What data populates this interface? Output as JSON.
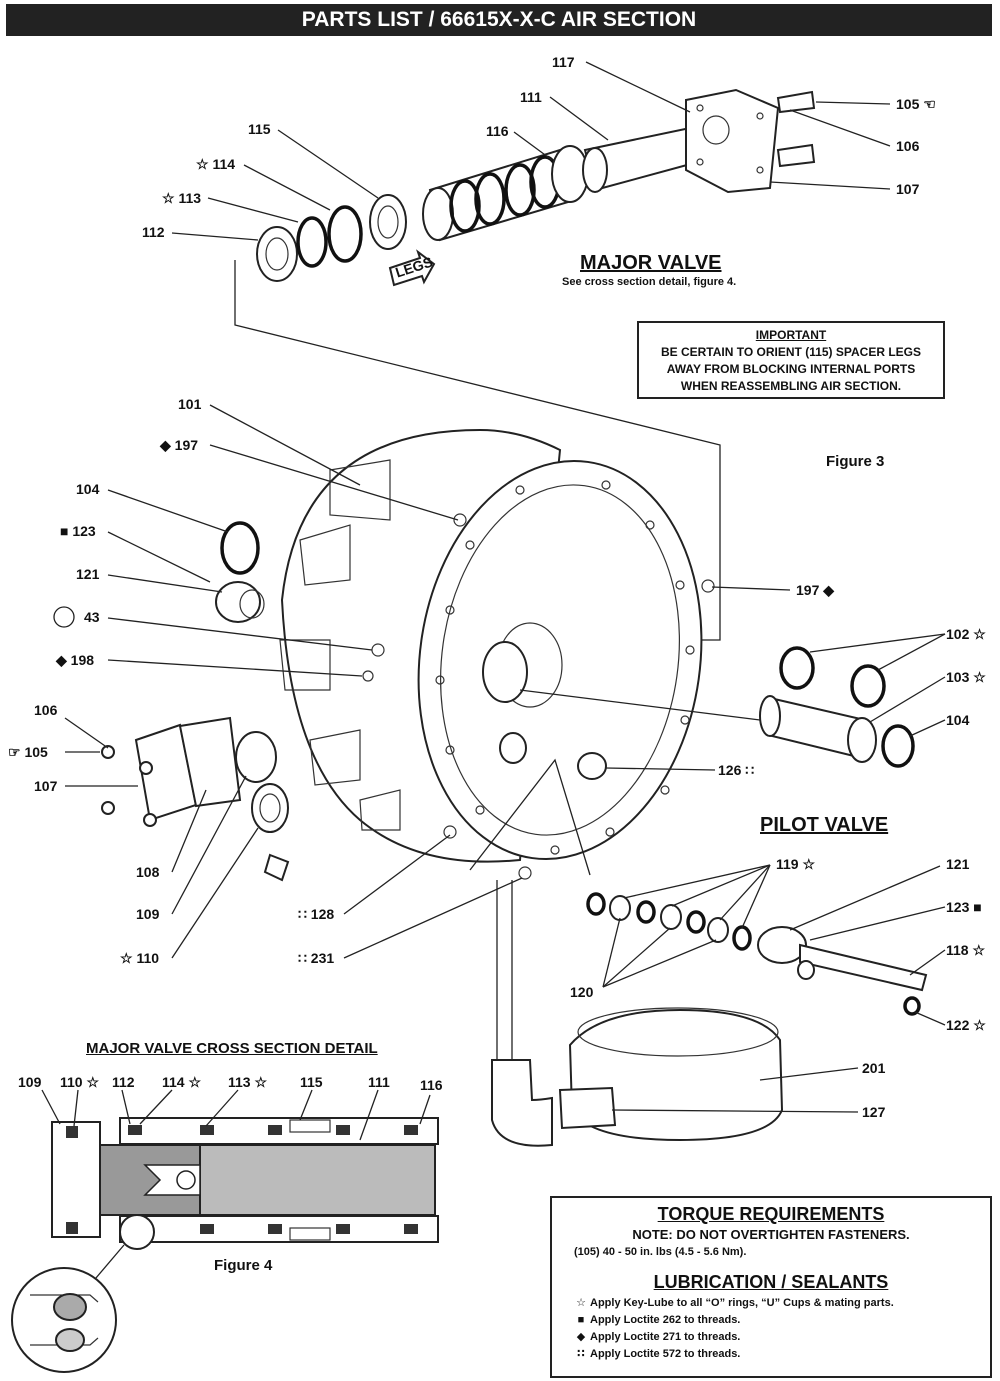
{
  "header": {
    "title": "PARTS LIST / 66615X-X-C AIR SECTION"
  },
  "major_valve": {
    "title": "MAJOR VALVE",
    "subtitle": "See cross section detail, figure 4."
  },
  "pilot_valve": {
    "title": "PILOT VALVE"
  },
  "cross_section": {
    "title": "MAJOR VALVE CROSS SECTION DETAIL",
    "figure": "Figure 4"
  },
  "figure3": "Figure 3",
  "legs_tag": "LEGS",
  "important": {
    "heading": "IMPORTANT",
    "lines": [
      "BE CERTAIN TO ORIENT (115) SPACER LEGS",
      "AWAY FROM BLOCKING INTERNAL PORTS",
      "WHEN REASSEMBLING AIR SECTION."
    ]
  },
  "torque": {
    "title": "TORQUE REQUIREMENTS",
    "note": "NOTE: DO NOT OVERTIGHTEN FASTENERS.",
    "spec": "(105) 40 - 50 in. lbs (4.5 - 5.6 Nm)."
  },
  "lubrication": {
    "title": "LUBRICATION / SEALANTS",
    "items": [
      {
        "sym": "☆",
        "text": "Apply Key-Lube to all “O” rings, “U” Cups & mating parts."
      },
      {
        "sym": "■",
        "text": "Apply Loctite 262 to threads."
      },
      {
        "sym": "◆",
        "text": "Apply Loctite 271 to threads."
      },
      {
        "sym": "∷",
        "text": "Apply Loctite 572 to threads."
      }
    ]
  },
  "labels": {
    "l117": "117",
    "l111": "111",
    "l116": "116",
    "l115": "115",
    "l114": "☆ 114",
    "l113": "☆ 113",
    "l112": "112",
    "l105a": "105 ☜",
    "l106a": "106",
    "l107a": "107",
    "l101": "101",
    "l197a": "◆ 197",
    "l104a": "104",
    "l123a": "■ 123",
    "l121a": "121",
    "l43": "43",
    "l198": "◆ 198",
    "l106b": "106",
    "l105b": "☞ 105",
    "l107b": "107",
    "l108": "108",
    "l109": "109",
    "l110": "☆ 110",
    "l128": "∷ 128",
    "l231": "∷ 231",
    "l197b": "197 ◆",
    "l102": "102 ☆",
    "l103": "103 ☆",
    "l104b": "104",
    "l126": "126 ∷",
    "l119": "119 ☆",
    "l121b": "121",
    "l123b": "123 ■",
    "l118": "118 ☆",
    "l120": "120",
    "l122": "122 ☆",
    "l201": "201",
    "l127": "127",
    "c109": "109",
    "c110": "110 ☆",
    "c112": "112",
    "c114": "114 ☆",
    "c113": "113 ☆",
    "c115": "115",
    "c111": "111",
    "c116": "116"
  }
}
